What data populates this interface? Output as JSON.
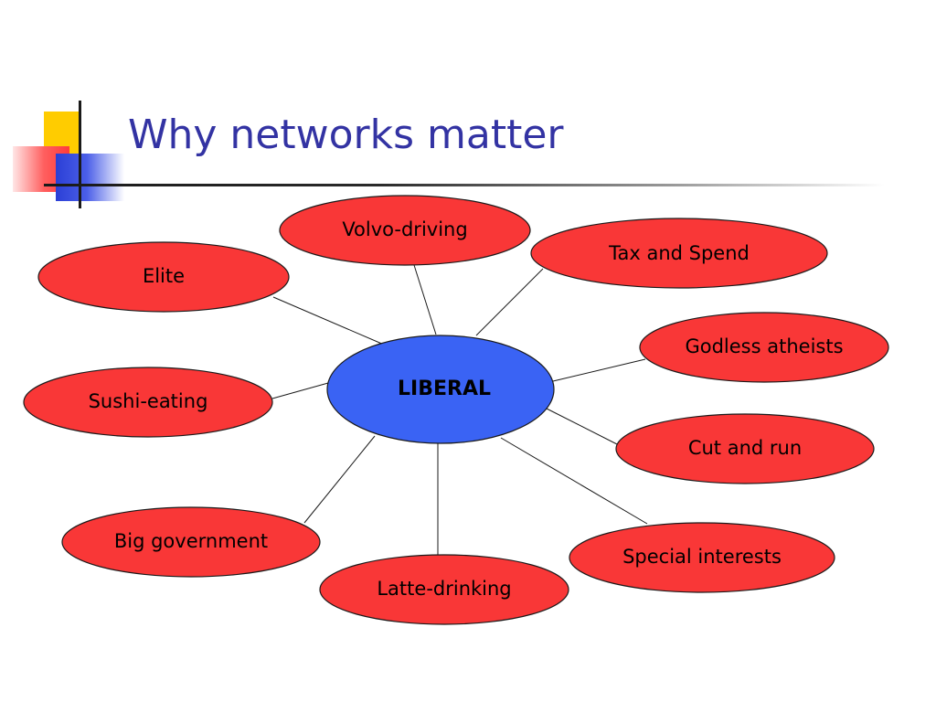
{
  "slide": {
    "title": "Why networks matter"
  },
  "colors": {
    "title": "#3333a3",
    "node_fill": "#f93737",
    "center_fill": "#3a63f4",
    "outline": "#1a1a1a",
    "connector": "#1a1a1a"
  },
  "diagram": {
    "center": {
      "label": "LIBERAL"
    },
    "nodes": [
      {
        "id": "volvo-driving",
        "label": "Volvo-driving"
      },
      {
        "id": "tax-and-spend",
        "label": "Tax and Spend"
      },
      {
        "id": "elite",
        "label": "Elite"
      },
      {
        "id": "godless-atheists",
        "label": "Godless atheists"
      },
      {
        "id": "sushi-eating",
        "label": "Sushi-eating"
      },
      {
        "id": "cut-and-run",
        "label": "Cut and run"
      },
      {
        "id": "big-government",
        "label": "Big government"
      },
      {
        "id": "special-interests",
        "label": "Special interests"
      },
      {
        "id": "latte-drinking",
        "label": "Latte-drinking"
      }
    ]
  }
}
